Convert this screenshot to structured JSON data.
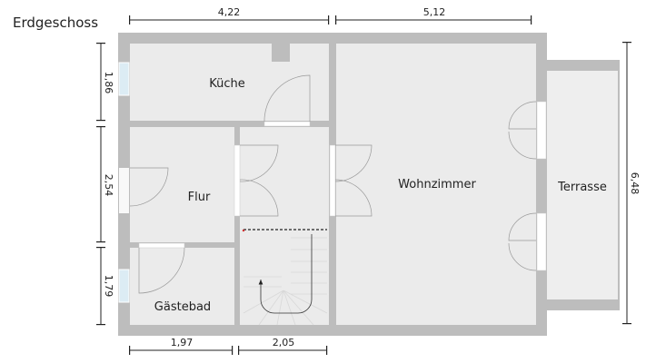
{
  "title": "Erdgeschoss",
  "rooms": {
    "kueche": "Küche",
    "flur": "Flur",
    "gaestebad": "Gästebad",
    "wohnzimmer": "Wohnzimmer",
    "terrasse": "Terrasse"
  },
  "dimensions": {
    "top_left": "4,22",
    "top_right": "5,12",
    "left_top": "1,86",
    "left_mid": "2,54",
    "left_bottom": "1,79",
    "right": "6,48",
    "bottom_left": "1,97",
    "bottom_right": "2,05"
  },
  "colors": {
    "wall": "#bdbdbd",
    "floor": "#ebebeb",
    "terrace": "#eeeeee",
    "window": "#dcecf4",
    "stair_marker": "#d03030"
  }
}
